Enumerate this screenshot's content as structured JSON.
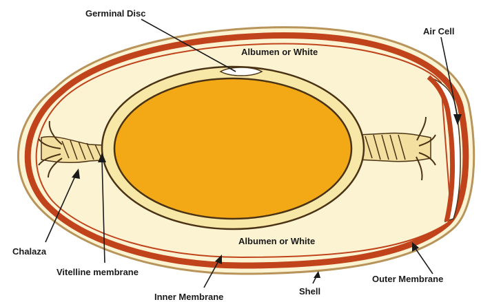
{
  "labels": {
    "germinal_disc": "Germinal Disc",
    "air_cell": "Air Cell",
    "albumen_top": "Albumen or White",
    "albumen_bottom": "Albumen or White",
    "chalaza": "Chalaza",
    "vitelline_membrane": "Vitelline membrane",
    "inner_membrane": "Inner Membrane",
    "shell": "Shell",
    "outer_membrane": "Outer Membrane"
  },
  "colors": {
    "shell_outline": "#b8935a",
    "membrane": "#c0431c",
    "albumen": "#fbf3d2",
    "yolk": "#f3a915",
    "yolk_ring": "#f7e8a8",
    "outline": "#4a3214",
    "chalaza": "#f3dfa0",
    "air_cell": "#ffffff",
    "germinal_disc": "#ffffff"
  }
}
